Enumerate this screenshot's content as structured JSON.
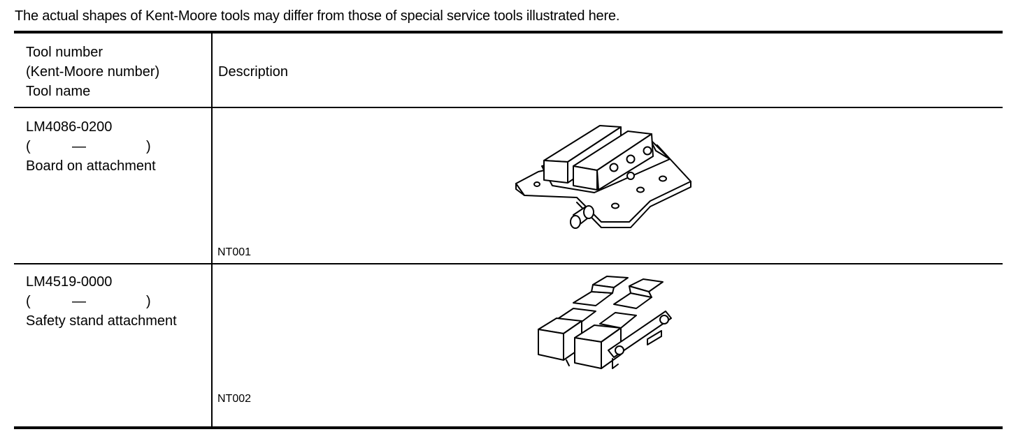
{
  "notice": "The actual shapes of Kent-Moore tools may differ from those of special service tools illustrated here.",
  "header": {
    "col1_line1": "Tool number",
    "col1_line2": "(Kent-Moore number)",
    "col1_line3": "Tool name",
    "col2": "Description"
  },
  "rows": [
    {
      "tool_number": "LM4086-0200",
      "paren_open": "(",
      "kent_moore": "—",
      "paren_close": ")",
      "tool_name": "Board on attachment",
      "figure_code": "NT001",
      "figure_icon": "board-attachment-illustration"
    },
    {
      "tool_number": "LM4519-0000",
      "paren_open": "(",
      "kent_moore": "—",
      "paren_close": ")",
      "tool_name": "Safety stand attachment",
      "figure_code": "NT002",
      "figure_icon": "safety-stand-attachment-illustration"
    }
  ]
}
